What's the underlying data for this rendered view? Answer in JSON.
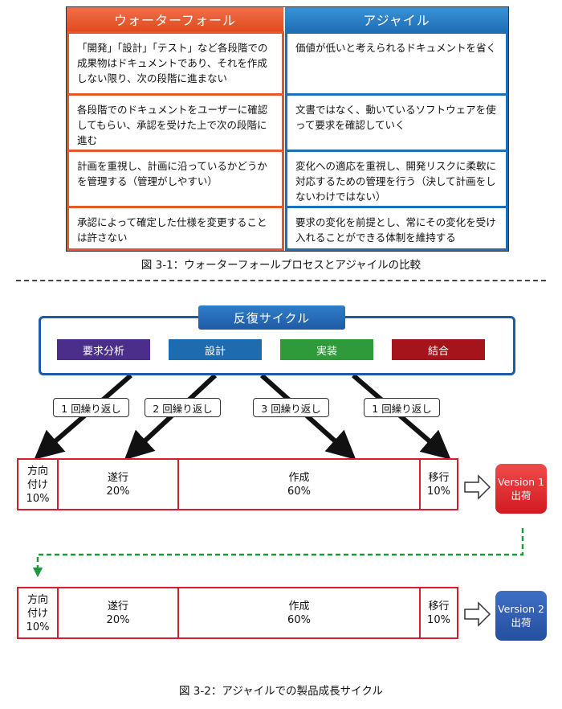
{
  "table": {
    "headers": [
      "ウォーターフォール",
      "アジャイル"
    ],
    "rows": [
      [
        "「開発」「設計」「テスト」など各段階での成果物はドキュメントであり、それを作成しない限り、次の段階に進まない",
        "価値が低いと考えられるドキュメントを省く"
      ],
      [
        "各段階でのドキュメントをユーザーに確認してもらい、承認を受けた上で次の段階に進む",
        "文書ではなく、動いているソフトウェアを使って要求を確認していく"
      ],
      [
        "計画を重視し、計画に沿っているかどうかを管理する（管理がしやすい）",
        "変化への適応を重視し、開発リスクに柔軟に対応するための管理を行う（決して計画をしないわけではない）"
      ],
      [
        "承認によって確定した仕様を変更することは許さない",
        "要求の変化を前提とし、常にその変化を受け入れることができる体制を維持する"
      ]
    ]
  },
  "caption1": "図 3-1：ウォーターフォールプロセスとアジャイルの比較",
  "cycle": {
    "title": "反復サイクル",
    "phases": [
      "要求分析",
      "設計",
      "実装",
      "結合"
    ],
    "repeats": [
      "1 回繰り返し",
      "2 回繰り返し",
      "3 回繰り返し",
      "1 回繰り返し"
    ]
  },
  "release_rows": [
    {
      "segments": [
        [
          "方向",
          "付け",
          "10%"
        ],
        [
          "遂行",
          "20%"
        ],
        [
          "作成",
          "60%"
        ],
        [
          "移行",
          "10%"
        ]
      ],
      "version": "Version 1",
      "ship": "出荷"
    },
    {
      "segments": [
        [
          "方向",
          "付け",
          "10%"
        ],
        [
          "遂行",
          "20%"
        ],
        [
          "作成",
          "60%"
        ],
        [
          "移行",
          "10%"
        ]
      ],
      "version": "Version 2",
      "ship": "出荷"
    }
  ],
  "caption2": "図 3-2：アジャイルでの製品成長サイクル",
  "colors": {
    "waterfall": "#e6582c",
    "agile": "#1f6fb8",
    "phase_req": "#4b2d8a",
    "phase_design": "#1f6bb0",
    "phase_impl": "#2e9a3a",
    "phase_integ": "#a5131b",
    "row_border": "#d41f2e",
    "v1": "#e02228",
    "v2": "#2d5bb0"
  }
}
